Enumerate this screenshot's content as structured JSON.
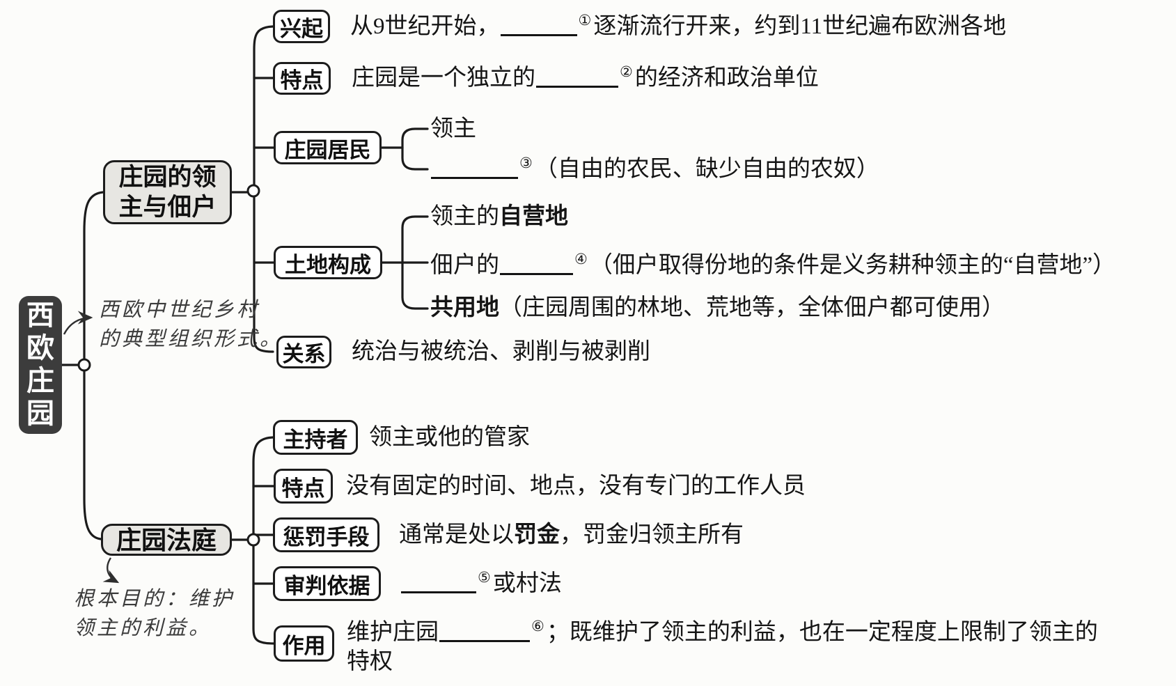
{
  "root": {
    "label": "西欧庄园"
  },
  "annotations": {
    "root_note_lines": [
      "西欧中世纪乡村",
      "的典型组织形式。"
    ],
    "court_note_lines": [
      "根本目的：维护",
      "领主的利益。"
    ]
  },
  "branch1": {
    "label": "庄园的领主与佃户",
    "label_lines": [
      "庄园的领",
      "主与佃户"
    ],
    "items": [
      {
        "label": "兴起",
        "segments": [
          {
            "t": "text",
            "v": "从9世纪开始，"
          },
          {
            "t": "blank",
            "w": 110,
            "n": "①"
          },
          {
            "t": "text",
            "v": "逐渐流行开来，约到11世纪遍布欧洲各地"
          }
        ]
      },
      {
        "label": "特点",
        "segments": [
          {
            "t": "text",
            "v": "庄园是一个独立的"
          },
          {
            "t": "blank",
            "w": 118,
            "n": "②"
          },
          {
            "t": "text",
            "v": "的经济和政治单位"
          }
        ]
      },
      {
        "label": "庄园居民",
        "children": [
          {
            "segments": [
              {
                "t": "text",
                "v": "领主"
              }
            ]
          },
          {
            "segments": [
              {
                "t": "blank",
                "w": 125,
                "n": "③"
              },
              {
                "t": "text",
                "v": "（自由的农民、缺少自由的农奴）"
              }
            ]
          }
        ]
      },
      {
        "label": "土地构成",
        "children": [
          {
            "segments": [
              {
                "t": "text",
                "v": "领主的"
              },
              {
                "t": "bold",
                "v": "自营地"
              }
            ]
          },
          {
            "segments": [
              {
                "t": "text",
                "v": "佃户的"
              },
              {
                "t": "blank",
                "w": 105,
                "n": "④"
              },
              {
                "t": "text",
                "v": "（佃户取得份地的条件是义务耕种领主的“自营地”）"
              }
            ]
          },
          {
            "segments": [
              {
                "t": "bold",
                "v": "共用地"
              },
              {
                "t": "text",
                "v": "（庄园周围的林地、荒地等，全体佃户都可使用）"
              }
            ]
          }
        ]
      },
      {
        "label": "关系",
        "segments": [
          {
            "t": "text",
            "v": "统治与被统治、剥削与被剥削"
          }
        ]
      }
    ]
  },
  "branch2": {
    "label": "庄园法庭",
    "items": [
      {
        "label": "主持者",
        "segments": [
          {
            "t": "text",
            "v": "领主或他的管家"
          }
        ]
      },
      {
        "label": "特点",
        "segments": [
          {
            "t": "text",
            "v": "没有固定的时间、地点，没有专门的工作人员"
          }
        ]
      },
      {
        "label": "惩罚手段",
        "segments": [
          {
            "t": "text",
            "v": "通常是处以"
          },
          {
            "t": "bold",
            "v": "罚金"
          },
          {
            "t": "text",
            "v": "，罚金归领主所有"
          }
        ]
      },
      {
        "label": "审判依据",
        "segments": [
          {
            "t": "blank",
            "w": 108,
            "n": "⑤"
          },
          {
            "t": "text",
            "v": "或村法"
          }
        ]
      },
      {
        "label": "作用",
        "lines": [
          [
            {
              "t": "text",
              "v": "维护庄园"
            },
            {
              "t": "blank",
              "w": 130,
              "n": "⑥"
            },
            {
              "t": "text",
              "v": "；既维护了领主的利益，也在一定程度上限制了领主的"
            }
          ],
          [
            {
              "t": "text",
              "v": "特权"
            }
          ]
        ]
      }
    ]
  },
  "colors": {
    "node_dark_bg": "#3c3c3c",
    "branch_bg": "#e7e6e2",
    "line": "#1b1b1b",
    "text": "#151515",
    "note": "#3b3b3b"
  }
}
